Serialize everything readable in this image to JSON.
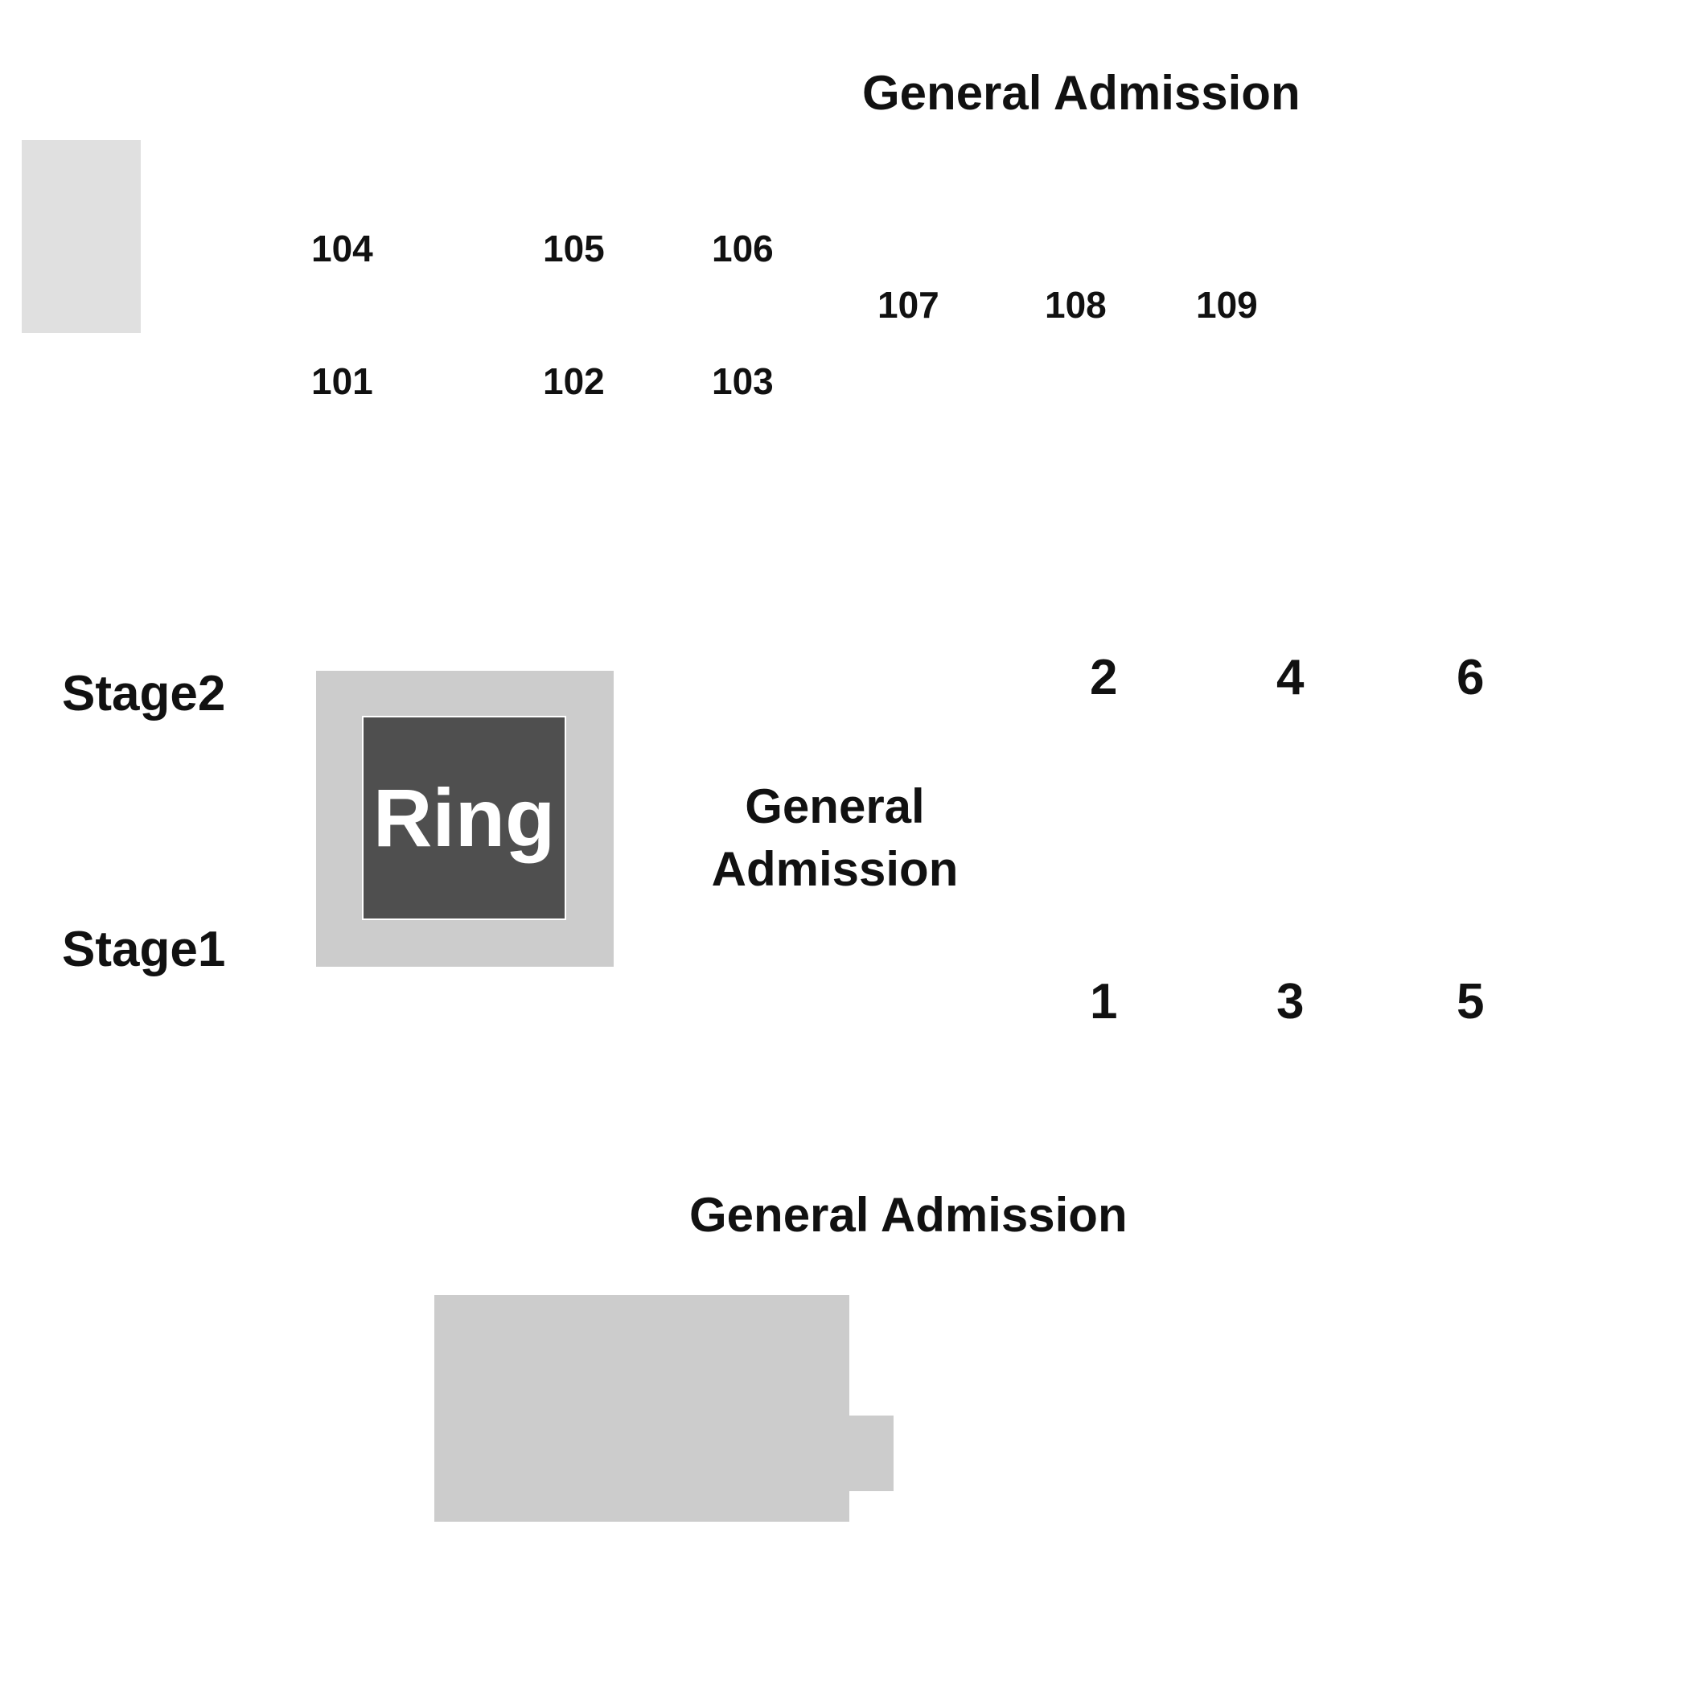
{
  "general_admission_top": "General Admission",
  "sections": {
    "s104": "104",
    "s105": "105",
    "s106": "106",
    "s107": "107",
    "s108": "108",
    "s109": "109",
    "s101": "101",
    "s102": "102",
    "s103": "103"
  },
  "stages": {
    "stage2": "Stage2",
    "stage1": "Stage1"
  },
  "ring": {
    "label": "Ring"
  },
  "general_admission_center": {
    "line1": "General",
    "line2": "Admission"
  },
  "numbered_sections": {
    "n2": "2",
    "n4": "4",
    "n6": "6",
    "n1": "1",
    "n3": "3",
    "n5": "5"
  },
  "general_admission_bottom": "General Admission",
  "colors": {
    "light_block": "#e0e0e0",
    "ring_border_area": "#cccccc",
    "ring_center": "#4f4f4f",
    "text": "#111111"
  }
}
